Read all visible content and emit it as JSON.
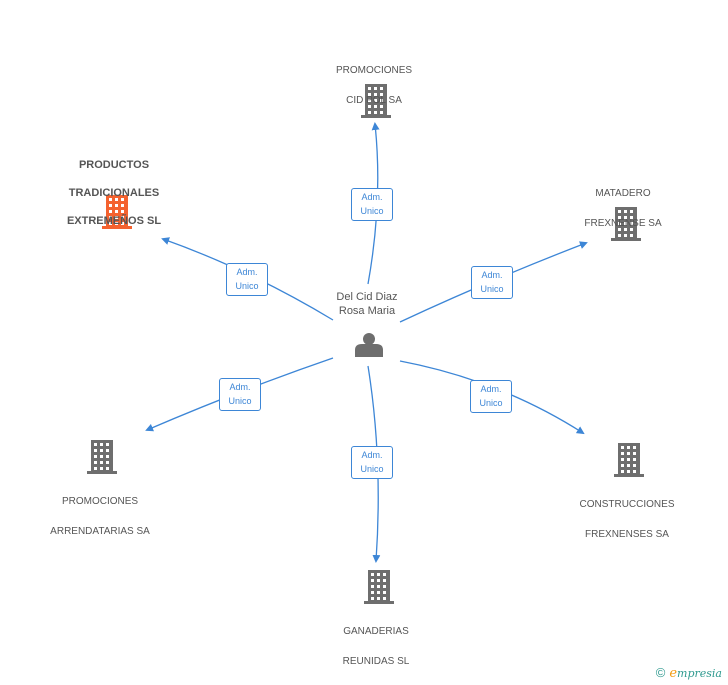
{
  "center": {
    "name_lines": [
      "Del Cid Diaz",
      "Rosa Maria"
    ]
  },
  "relation_label_lines": [
    "Adm.",
    "Unico"
  ],
  "companies": [
    {
      "id": "promociones-cid-pol",
      "lines": [
        "PROMOCIONES",
        "CID POL SA"
      ],
      "highlight": false
    },
    {
      "id": "matadero-frexnense",
      "lines": [
        "MATADERO",
        "FREXNENSE SA"
      ],
      "highlight": false
    },
    {
      "id": "construcciones-frexnenses",
      "lines": [
        "CONSTRUCCIONES",
        "FREXNENSES SA"
      ],
      "highlight": false
    },
    {
      "id": "ganaderias-reunidas",
      "lines": [
        "GANADERIAS",
        "REUNIDAS SL"
      ],
      "highlight": false
    },
    {
      "id": "promociones-arrendatarias",
      "lines": [
        "PROMOCIONES",
        "ARRENDATARIAS SA"
      ],
      "highlight": false
    },
    {
      "id": "productos-tradicionales",
      "lines": [
        "PRODUCTOS",
        "TRADICIONALES",
        "EXTREMEÑOS SL"
      ],
      "highlight": true
    }
  ],
  "colors": {
    "edge": "#3d86d6",
    "building_default": "#6e6e6e",
    "building_highlight": "#f4622f",
    "person": "#6e6e6e"
  },
  "footer": {
    "copyright_symbol": "©",
    "brand_first": "e",
    "brand_rest": "mpresia"
  }
}
